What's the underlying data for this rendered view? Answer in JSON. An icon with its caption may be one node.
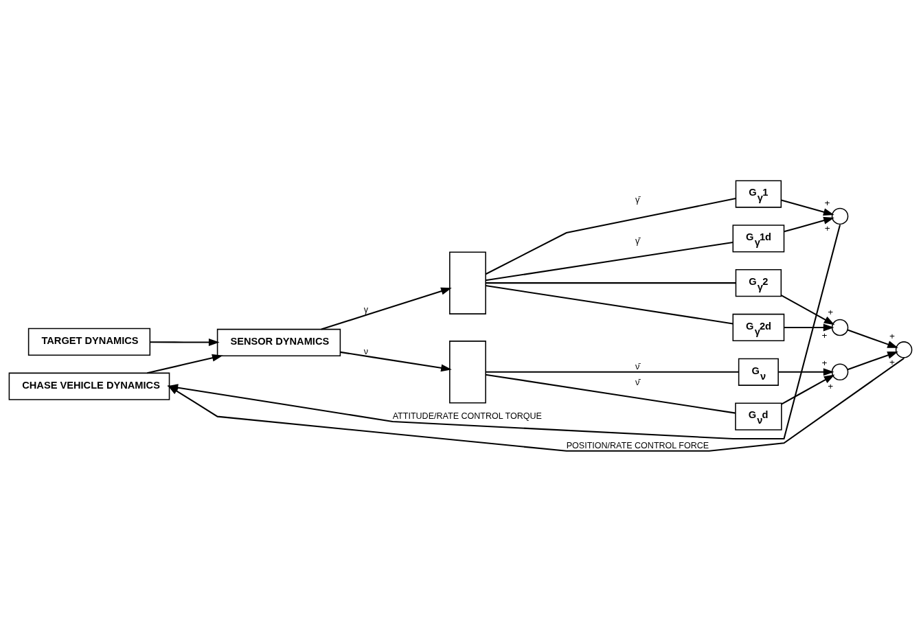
{
  "diagram": {
    "nodes": [
      {
        "text": [
          "TARGET DYNAMICS"
        ]
      },
      {
        "text": [
          "SENSOR DYNAMICS"
        ]
      },
      {
        "text": [
          "CHASE VEHICLE DYNAMICS"
        ]
      },
      {
        "text": [],
        "shape": "box"
      },
      {
        "text": [],
        "shape": "box"
      },
      {
        "text": [
          "G$_{γ}$1"
        ]
      },
      {
        "text": [
          "G$_{γ}$1d"
        ]
      },
      {
        "text": [
          "G$_{γ}$2"
        ]
      },
      {
        "text": [
          "G$_{γ}$2d"
        ]
      },
      {
        "text": [
          "G$_{ν}$"
        ]
      },
      {
        "text": [
          "G$_{ν}$d"
        ]
      },
      {
        "text": [],
        "shape": "circle",
        "beside": [
          "+",
          "+"
        ]
      },
      {
        "text": [],
        "shape": "circle",
        "beside": [
          "+",
          "+"
        ]
      },
      {
        "text": [],
        "shape": "circle",
        "beside": [
          "+",
          "+"
        ]
      },
      {
        "text": [],
        "shape": "circle",
        "beside": [
          "+",
          "+"
        ]
      }
    ],
    "edges": [
      {
        "from": 0,
        "to": 1,
        "arrow": "to"
      },
      {
        "from": 1,
        "to": 3,
        "arrow": "to",
        "label": "γ"
      },
      {
        "from": 1,
        "to": 4,
        "arrow": "to",
        "label": "ν"
      },
      {
        "from": 3,
        "to": 5,
        "arrow": "none",
        "label": "γ̄"
      },
      {
        "from": 3,
        "to": 7,
        "arrow": "none"
      },
      {
        "from": 3,
        "to": 6,
        "arrow": "none",
        "label": "γ̄̇"
      },
      {
        "from": 3,
        "to": 8,
        "arrow": "none"
      },
      {
        "from": 4,
        "to": 9,
        "arrow": "none",
        "label": "ν̄"
      },
      {
        "from": 4,
        "to": 10,
        "arrow": "none",
        "label": "ν̄̇"
      },
      {
        "from": 5,
        "to": 11,
        "arrow": "to"
      },
      {
        "from": 6,
        "to": 11,
        "arrow": "to"
      },
      {
        "from": 7,
        "to": 12,
        "arrow": "to"
      },
      {
        "from": 8,
        "to": 12,
        "arrow": "to"
      },
      {
        "from": 9,
        "to": 13,
        "arrow": "to"
      },
      {
        "from": 10,
        "to": 13,
        "arrow": "to"
      },
      {
        "from": 12,
        "to": 14,
        "arrow": "to"
      },
      {
        "from": 13,
        "to": 14,
        "arrow": "to"
      },
      {
        "from": 14,
        "to": 2,
        "arrow": "to",
        "label": "POSITION/RATE CONTROL FORCE"
      },
      {
        "from": 11,
        "to": 2,
        "arrow": "to",
        "label": "ATTITUDE/RATE CONTROL TORQUE"
      },
      {
        "from": 2,
        "to": 1,
        "arrow": "to"
      }
    ]
  }
}
